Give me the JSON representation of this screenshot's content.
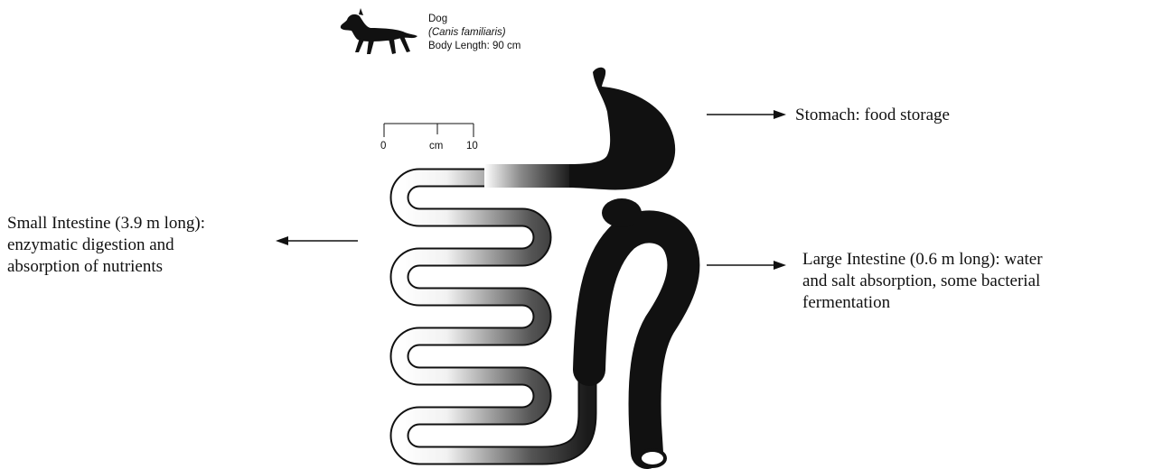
{
  "species": {
    "common_name": "Dog",
    "latin_name": "(Canis familiaris)",
    "body_length": "Body Length: 90 cm"
  },
  "scale_bar": {
    "start": "0",
    "unit": "cm",
    "end": "10"
  },
  "annotations": {
    "stomach": [
      "Stomach: food storage"
    ],
    "small_intestine": [
      "Small Intestine (3.9 m long):",
      "enzymatic digestion and",
      "absorption of nutrients"
    ],
    "large_intestine": [
      "Large Intestine (0.6 m long): water",
      "and salt absorption, some bacterial",
      "fermentation"
    ]
  },
  "colors": {
    "organ": "#111111",
    "outline": "#111111",
    "gut_light": "#ffffff"
  }
}
